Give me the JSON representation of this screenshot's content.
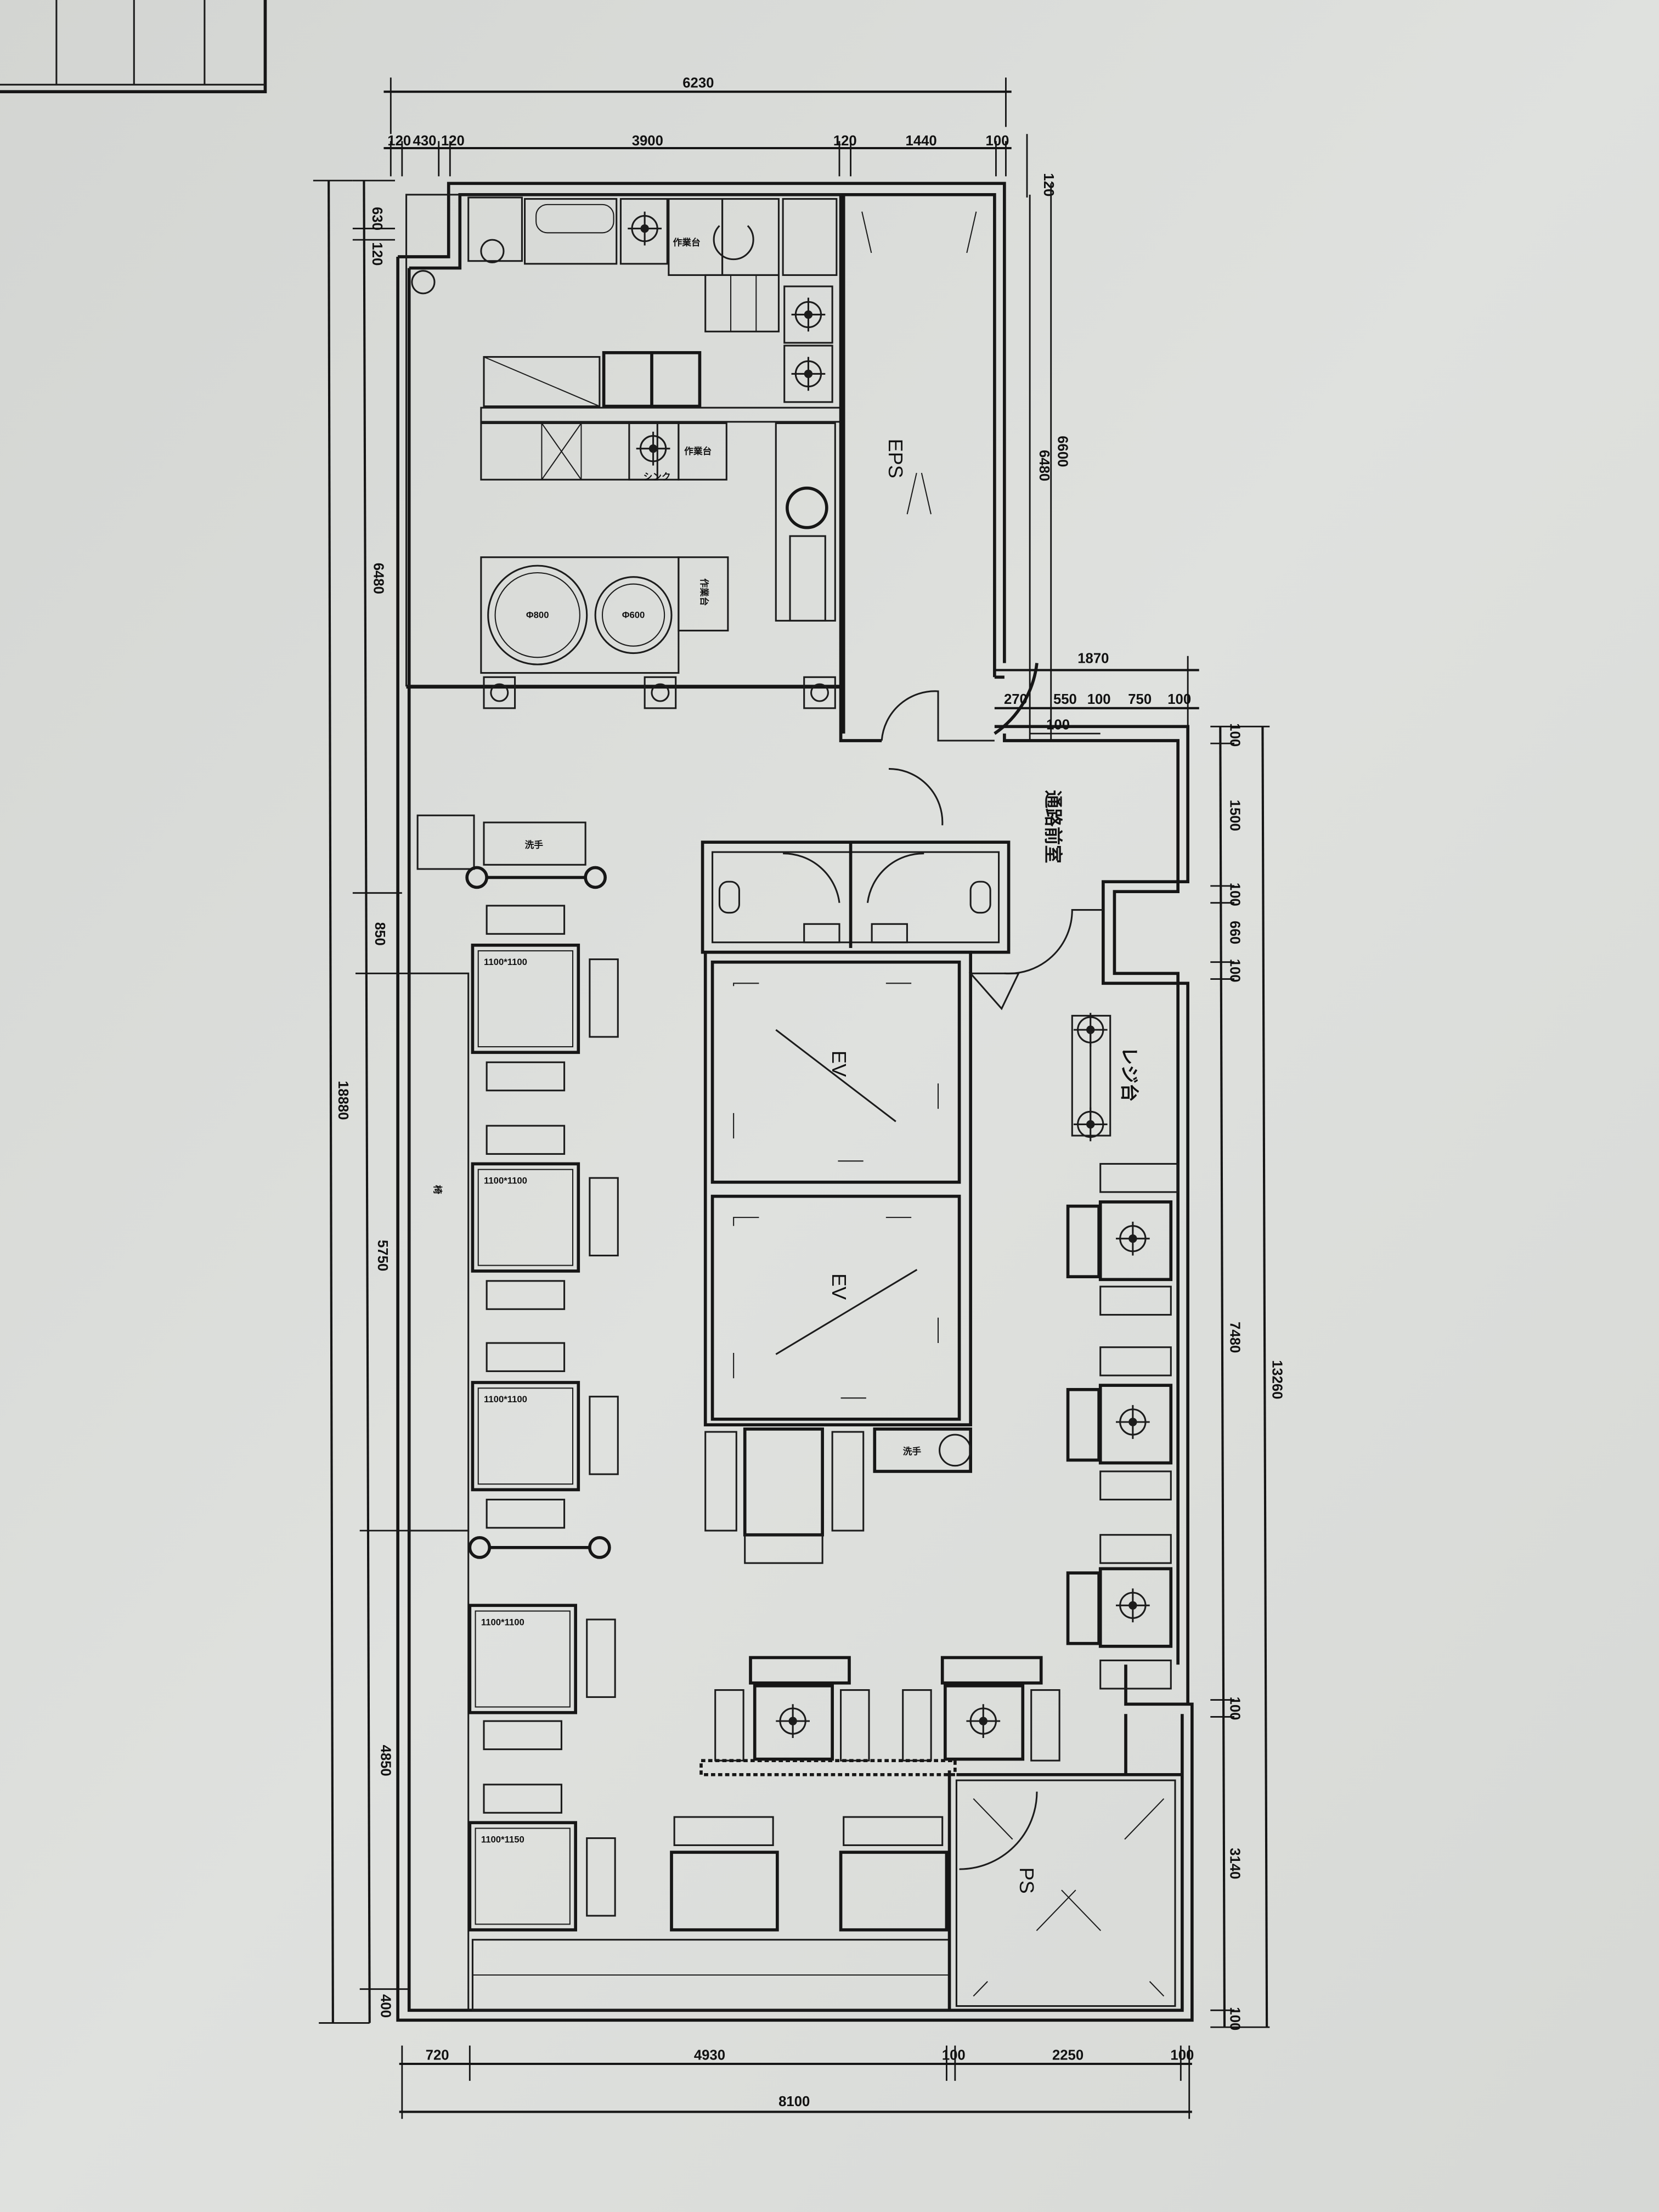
{
  "plan": {
    "rooms": {
      "eps": "EPS",
      "ev1": "EV",
      "ev2": "EV",
      "ps": "PS",
      "corridor": "通路前室",
      "register": "レジ台",
      "bench": "椅"
    },
    "tables": [
      "1100*1100",
      "1100*1100",
      "1100*1100",
      "1100*1100",
      "1100*1150"
    ],
    "kitchen": {
      "worktable_1": "作業台",
      "worktable_2": "作業台",
      "worktable_3": "作業台",
      "pot_1": "Φ800",
      "pot_2": "Φ600",
      "sink": "シンク"
    },
    "fixtures": {
      "handwash_1": "洗手",
      "handwash_2": "洗手"
    },
    "dimensions": {
      "top_total": "6230",
      "top_segments": [
        "120",
        "430",
        "120",
        "3900",
        "120",
        "1440",
        "100"
      ],
      "top_right_120": "120",
      "left_total": "18880",
      "left_segments": [
        "630",
        "120",
        "6480",
        "850",
        "5750",
        "4850",
        "400"
      ],
      "eps_height": "6480",
      "eps_outer": "6600",
      "corridor_total": "1870",
      "corridor_segments": [
        "270",
        "550",
        "100",
        "750",
        "100"
      ],
      "corridor_small": "100",
      "right_segments": [
        "100",
        "1500",
        "100",
        "660",
        "100",
        "7480",
        "100",
        "3140",
        "100"
      ],
      "right_total": "13260",
      "bottom_segments": [
        "720",
        "4930",
        "100",
        "2250",
        "100"
      ],
      "bottom_total": "8100"
    }
  }
}
